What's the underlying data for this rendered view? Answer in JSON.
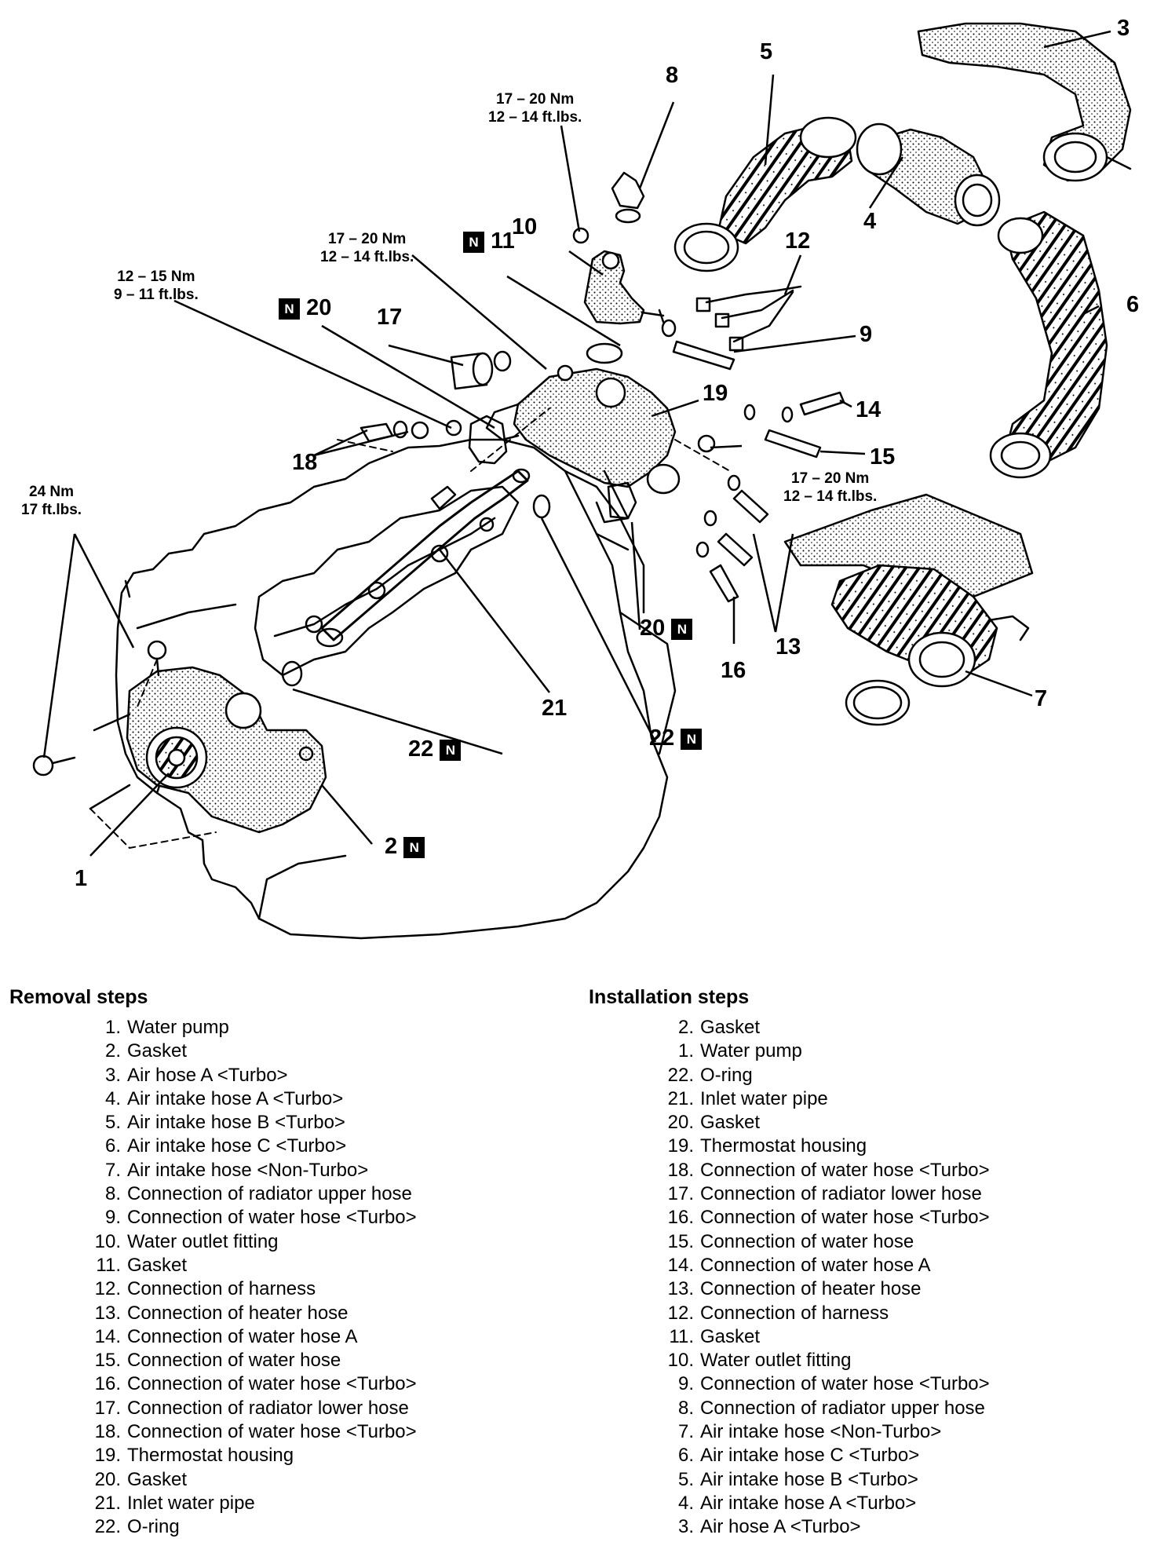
{
  "callouts": {
    "c1": "1",
    "c2": "2",
    "c3": "3",
    "c4": "4",
    "c5": "5",
    "c6": "6",
    "c7": "7",
    "c8": "8",
    "c9": "9",
    "c10": "10",
    "c11": "11",
    "c12": "12",
    "c13": "13",
    "c14": "14",
    "c15": "15",
    "c16": "16",
    "c17": "17",
    "c18": "18",
    "c19": "19",
    "c20a": "20",
    "c20b": "20",
    "c21": "21",
    "c22a": "22",
    "c22b": "22",
    "new_part_badge": "N"
  },
  "torque_specs": {
    "thermo_bolt": {
      "nm": "17 – 20 Nm",
      "ftlb": "12 – 14 ft.lbs."
    },
    "outlet_bolt": {
      "nm": "17 – 20 Nm",
      "ftlb": "12 – 14 ft.lbs."
    },
    "housing_bolt": {
      "nm": "17 – 20 Nm",
      "ftlb": "12 – 14 ft.lbs."
    },
    "pipe_bolt": {
      "nm": "12 – 15 Nm",
      "ftlb": "9 – 11 ft.lbs."
    },
    "pump_bolt": {
      "nm": "24 Nm",
      "ftlb": "17 ft.lbs."
    }
  },
  "removal": {
    "heading": "Removal steps",
    "steps": [
      {
        "n": "1.",
        "t": "Water pump"
      },
      {
        "n": "2.",
        "t": "Gasket"
      },
      {
        "n": "3.",
        "t": "Air hose A <Turbo>"
      },
      {
        "n": "4.",
        "t": "Air intake hose A <Turbo>"
      },
      {
        "n": "5.",
        "t": "Air intake hose B <Turbo>"
      },
      {
        "n": "6.",
        "t": "Air intake hose C <Turbo>"
      },
      {
        "n": "7.",
        "t": "Air intake hose <Non-Turbo>"
      },
      {
        "n": "8.",
        "t": "Connection of radiator upper hose"
      },
      {
        "n": "9.",
        "t": "Connection of water hose <Turbo>"
      },
      {
        "n": "10.",
        "t": "Water outlet fitting"
      },
      {
        "n": "11.",
        "t": "Gasket"
      },
      {
        "n": "12.",
        "t": "Connection of harness"
      },
      {
        "n": "13.",
        "t": "Connection of heater hose"
      },
      {
        "n": "14.",
        "t": "Connection of water hose A"
      },
      {
        "n": "15.",
        "t": "Connection of water hose"
      },
      {
        "n": "16.",
        "t": "Connection of water hose <Turbo>"
      },
      {
        "n": "17.",
        "t": "Connection of radiator lower hose"
      },
      {
        "n": "18.",
        "t": "Connection of water hose <Turbo>"
      },
      {
        "n": "19.",
        "t": "Thermostat housing"
      },
      {
        "n": "20.",
        "t": "Gasket"
      },
      {
        "n": "21.",
        "t": "Inlet water pipe"
      },
      {
        "n": "22.",
        "t": "O-ring"
      }
    ]
  },
  "installation": {
    "heading": "Installation steps",
    "steps": [
      {
        "n": "2.",
        "t": "Gasket"
      },
      {
        "n": "1.",
        "t": "Water pump"
      },
      {
        "n": "22.",
        "t": "O-ring"
      },
      {
        "n": "21.",
        "t": "Inlet water pipe"
      },
      {
        "n": "20.",
        "t": "Gasket"
      },
      {
        "n": "19.",
        "t": "Thermostat housing"
      },
      {
        "n": "18.",
        "t": "Connection of water hose <Turbo>"
      },
      {
        "n": "17.",
        "t": "Connection of radiator lower hose"
      },
      {
        "n": "16.",
        "t": "Connection of water hose <Turbo>"
      },
      {
        "n": "15.",
        "t": "Connection of water hose"
      },
      {
        "n": "14.",
        "t": "Connection of water hose A"
      },
      {
        "n": "13.",
        "t": "Connection of heater hose"
      },
      {
        "n": "12.",
        "t": "Connection of harness"
      },
      {
        "n": "11.",
        "t": "Gasket"
      },
      {
        "n": "10.",
        "t": "Water outlet fitting"
      },
      {
        "n": "9.",
        "t": "Connection of water hose <Turbo>"
      },
      {
        "n": "8.",
        "t": "Connection of radiator upper hose"
      },
      {
        "n": "7.",
        "t": "Air intake hose <Non-Turbo>"
      },
      {
        "n": "6.",
        "t": "Air intake hose C <Turbo>"
      },
      {
        "n": "5.",
        "t": "Air intake hose B <Turbo>"
      },
      {
        "n": "4.",
        "t": "Air intake hose A <Turbo>"
      },
      {
        "n": "3.",
        "t": "Air hose A <Turbo>"
      }
    ]
  }
}
